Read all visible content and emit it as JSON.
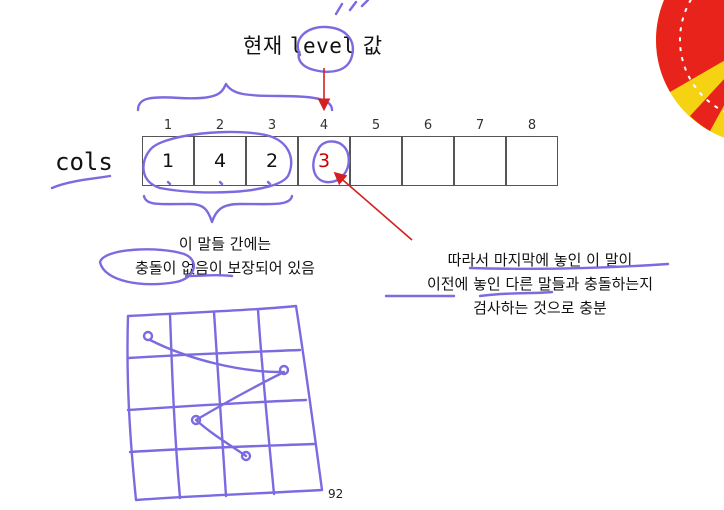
{
  "title": {
    "prefix": "현재 ",
    "keyword": "level",
    "suffix": " 값"
  },
  "array": {
    "label": "cols",
    "indices": [
      "1",
      "2",
      "3",
      "4",
      "5",
      "6",
      "7",
      "8"
    ],
    "values": [
      "1",
      "4",
      "2",
      "3",
      "",
      "",
      "",
      ""
    ],
    "highlight_color": "#cc0000"
  },
  "notes": {
    "left": [
      "이 말들 간에는",
      "충돌이 없음이 보장되어 있음"
    ],
    "right": [
      "따라서 마지막에 놓인 이 말이",
      "이전에 놓인 다른 말들과 충돌하는지",
      "검사하는 것으로 충분"
    ]
  },
  "colors": {
    "annotation_pen": "#7b6be0",
    "arrow": "#d42020",
    "pie_red": "#e8231b",
    "pie_yellow": "#f5d313"
  },
  "page_number": "92"
}
